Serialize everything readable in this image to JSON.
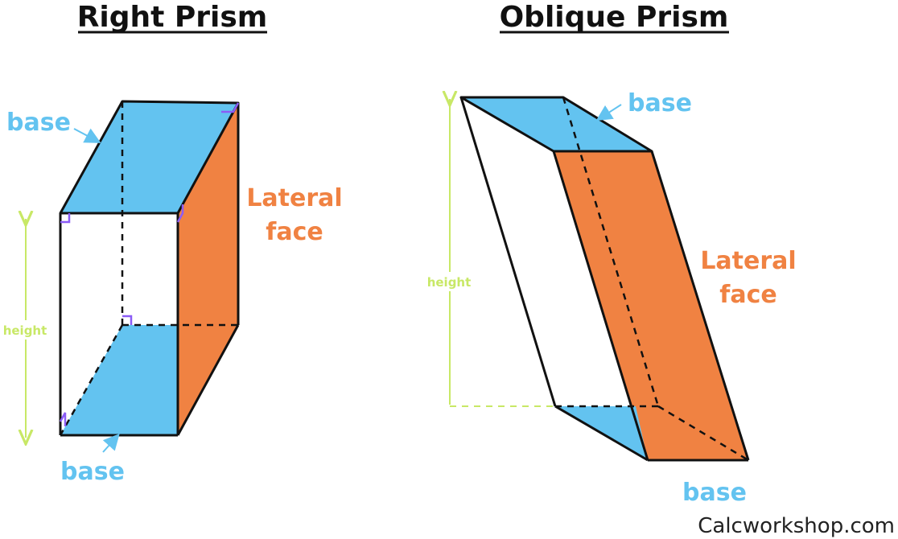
{
  "titles": {
    "right": "Right Prism",
    "oblique": "Oblique Prism"
  },
  "right_prism": {
    "top_base_label": "base",
    "bottom_base_label": "base",
    "lateral_line1": "Lateral",
    "lateral_line2": "face",
    "height_label": "height"
  },
  "oblique_prism": {
    "top_base_label": "base",
    "bottom_base_label": "base",
    "lateral_line1": "Lateral",
    "lateral_line2": "face",
    "height_label": "height"
  },
  "credit": "Calcworkshop.com",
  "colors": {
    "base": "#63C3F0",
    "lateral": "#F08242",
    "height": "#C8E866",
    "right_angle_marker": "#8B5CF6",
    "label_base": "#63C3F0",
    "label_lateral": "#F08242"
  }
}
